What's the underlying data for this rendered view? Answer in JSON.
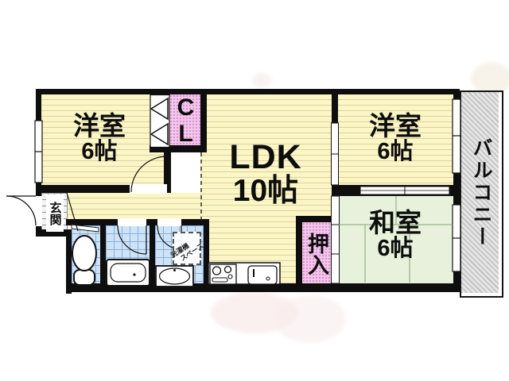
{
  "rooms": {
    "western1": {
      "name": "洋室",
      "size": "6帖"
    },
    "western2": {
      "name": "洋室",
      "size": "6帖"
    },
    "ldk": {
      "name": "LDK",
      "size": "10帖"
    },
    "japanese": {
      "name": "和室",
      "size": "6帖"
    },
    "closet": {
      "label": "CL"
    },
    "oshiire": {
      "label": "押入"
    },
    "balcony": {
      "label": "バルコニー"
    },
    "entrance": {
      "label": "玄関"
    },
    "laundry": {
      "line1": "洗濯機",
      "line2": "スペース"
    }
  },
  "colors": {
    "wall": "#0e0e0e",
    "flooring_yellow": "#fbf6c5",
    "tatami_green": "#e7f1db",
    "tile_blue": "#cfe3f6",
    "closet_pink": "#f2c7ea",
    "balcony_gray": "#e0e0e0"
  }
}
